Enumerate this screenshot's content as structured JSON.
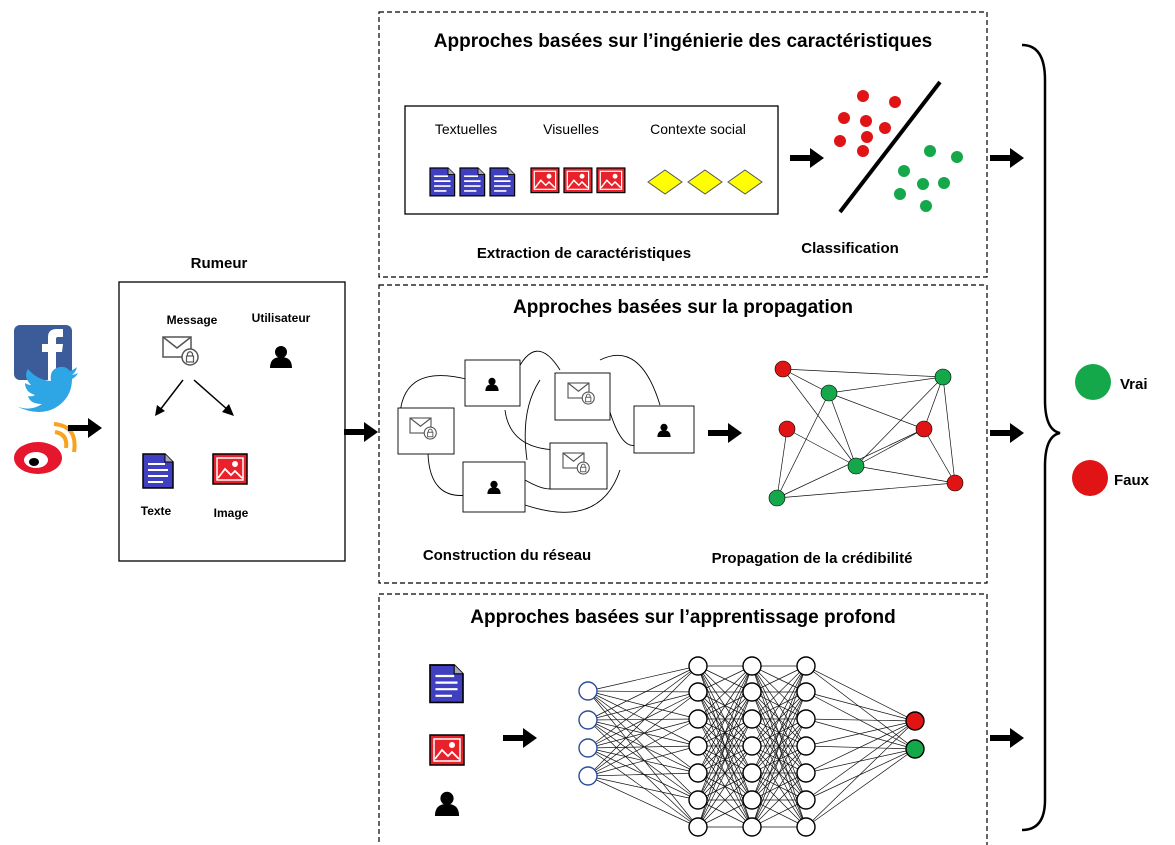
{
  "rumeur": {
    "title": "Rumeur",
    "message": "Message",
    "utilisateur": "Utilisateur",
    "texte": "Texte",
    "image": "Image"
  },
  "feature_box": {
    "title": "Approches basées sur l’ingénierie des caractéristiques",
    "textuelles": "Textuelles",
    "visuelles": "Visuelles",
    "contexte": "Contexte social",
    "extraction": "Extraction de caractéristiques",
    "classification": "Classification"
  },
  "propagation_box": {
    "title": "Approches basées sur la propagation",
    "construction": "Construction du réseau",
    "credibilite": "Propagation de la crédibilité"
  },
  "deep_box": {
    "title": "Approches basées sur l’apprentissage profond"
  },
  "outputs": {
    "vrai": "Vrai",
    "faux": "Faux"
  },
  "colors": {
    "doc_blue": "#3f3fc0",
    "img_red": "#e8212a",
    "node_red": "#e01414",
    "node_green": "#15a84a",
    "diamond_yellow": "#ffff00",
    "input_blue": "#2d4d9a"
  },
  "icons": [
    "facebook-icon",
    "twitter-icon",
    "weibo-icon",
    "envelope-lock-icon",
    "user-icon",
    "document-icon",
    "image-icon",
    "arrow-right-icon",
    "brace-icon"
  ]
}
